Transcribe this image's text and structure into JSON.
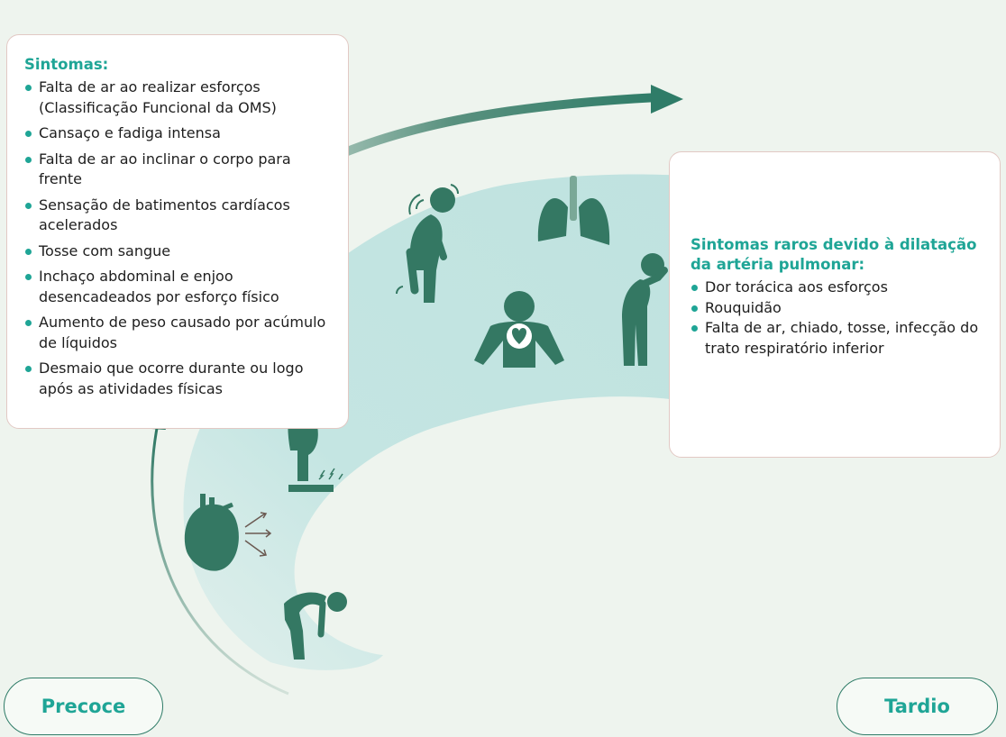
{
  "colors": {
    "figure": "#347863",
    "accent": "#1fa596",
    "band": "#bfe2df",
    "background": "#eef4ee"
  },
  "early_panel": {
    "heading": "Sintomas:",
    "items": [
      "Falta de ar ao realizar esforços (Classificação Funcional da OMS)",
      "Cansaço e fadiga intensa",
      "Falta de ar ao inclinar o corpo para frente",
      "Sensação de batimentos cardíacos acelerados",
      "Tosse com sangue",
      "Inchaço abdominal e enjoo desencadeados por esforço físico",
      "Aumento de peso causado por acúmulo de líquidos",
      "Desmaio que ocorre durante ou logo após as atividades físicas"
    ]
  },
  "late_panel": {
    "heading": "Sintomas raros devido à dilatação da artéria pulmonar:",
    "items": [
      "Dor torácica aos esforços",
      "Rouquidão",
      "Falta de ar, chiado, tosse, infecção do trato respiratório inferior"
    ]
  },
  "stages": {
    "early": "Precoce",
    "late": "Tardio"
  },
  "icons": [
    "bending-person-icon",
    "heart-icon",
    "swollen-person-on-scale-icon",
    "dizzy-person-icon",
    "lungs-icon",
    "chest-heart-person-icon",
    "coughing-person-icon"
  ]
}
